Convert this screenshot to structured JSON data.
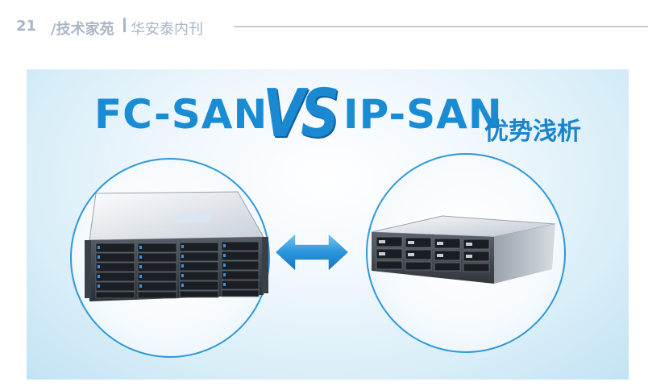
{
  "header": {
    "page_number": "21",
    "section": "/技术家苑",
    "publication": "华安泰内刊"
  },
  "banner": {
    "title_left": "FC-SAN",
    "title_vs": "VS",
    "title_right": "IP-SAN",
    "title_suffix": "优势浅析"
  },
  "colors": {
    "accent_blue": "#1a8cd4",
    "header_gray": "#a8b6c6",
    "circle_border": "#2f98d8"
  }
}
